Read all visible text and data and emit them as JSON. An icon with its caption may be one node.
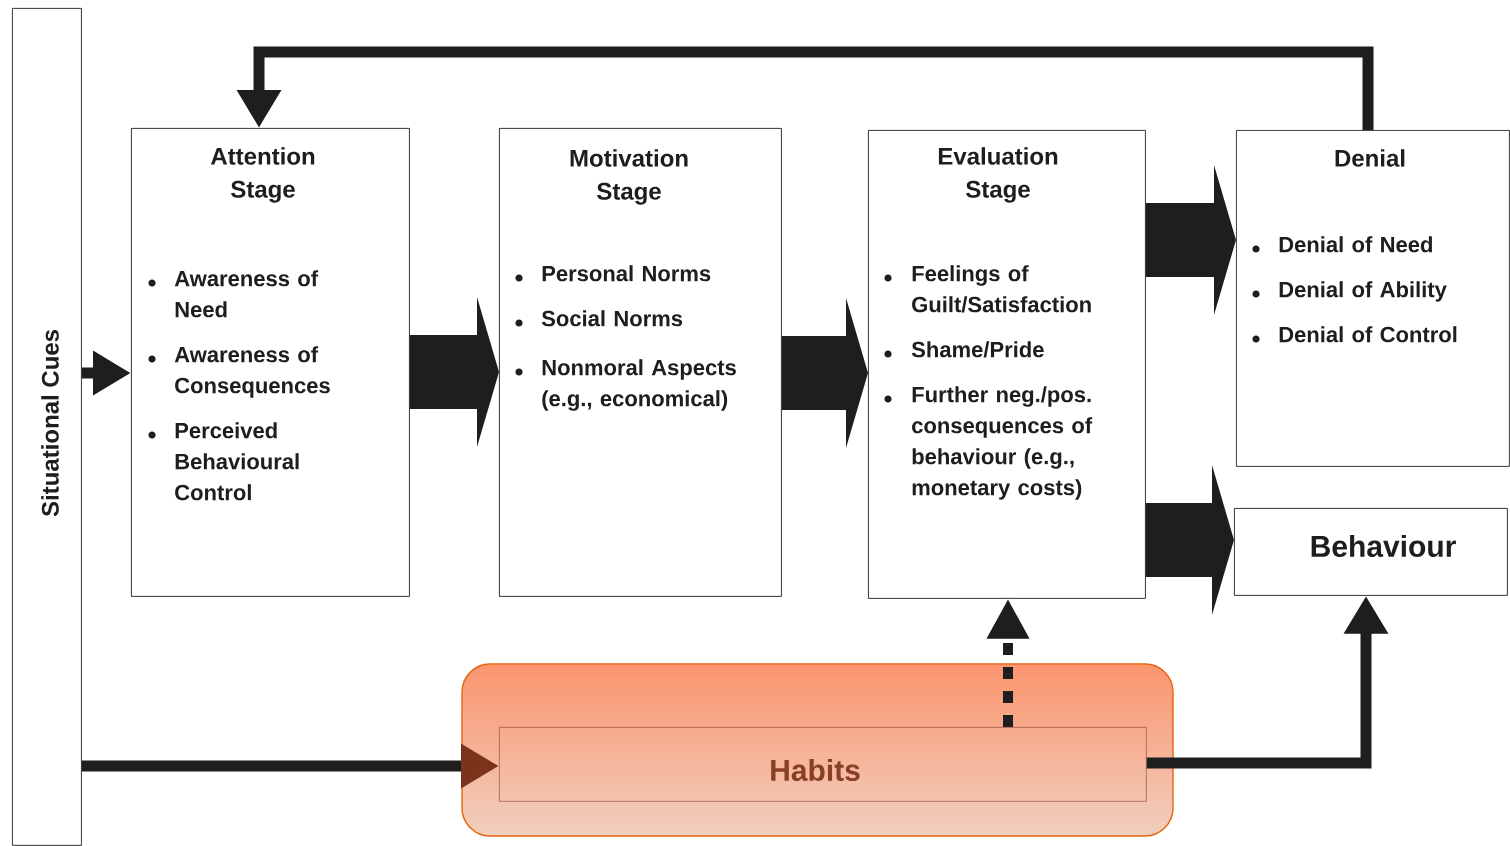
{
  "diagram": {
    "nodes": [
      {
        "text": [
          "Situational Cues"
        ]
      },
      {
        "text": [
          "Attention Stage",
          "Awareness of Need",
          "Awareness of Consequences",
          "Perceived Behavioural Control"
        ]
      },
      {
        "text": [
          "Motivation Stage",
          "Personal Norms",
          "Social Norms",
          "Nonmoral Aspects (e.g., economical)"
        ]
      },
      {
        "text": [
          "Evaluation Stage",
          "Feelings of Guilt/Satisfaction",
          "Shame/Pride",
          "Further neg./pos. consequences of behaviour (e.g., monetary costs)"
        ]
      },
      {
        "text": [
          "Denial",
          "Denial of Need",
          "Denial of Ability",
          "Denial of Control"
        ]
      },
      {
        "text": [
          "Behaviour"
        ]
      },
      {
        "text": [
          "Habits"
        ]
      }
    ],
    "edges": [
      {
        "from": 0,
        "to": 1,
        "arrow": "to"
      },
      {
        "from": 1,
        "to": 2,
        "arrow": "to",
        "style": "thick"
      },
      {
        "from": 2,
        "to": 3,
        "arrow": "to",
        "style": "thick"
      },
      {
        "from": 3,
        "to": 4,
        "arrow": "to",
        "style": "thick"
      },
      {
        "from": 3,
        "to": 5,
        "arrow": "to",
        "style": "thick"
      },
      {
        "from": 4,
        "to": 1,
        "arrow": "to"
      },
      {
        "from": 0,
        "to": 6,
        "arrow": "to"
      },
      {
        "from": 6,
        "to": 5,
        "arrow": "to"
      },
      {
        "from": 6,
        "to": 3,
        "arrow": "to",
        "style": "dashed"
      }
    ]
  }
}
